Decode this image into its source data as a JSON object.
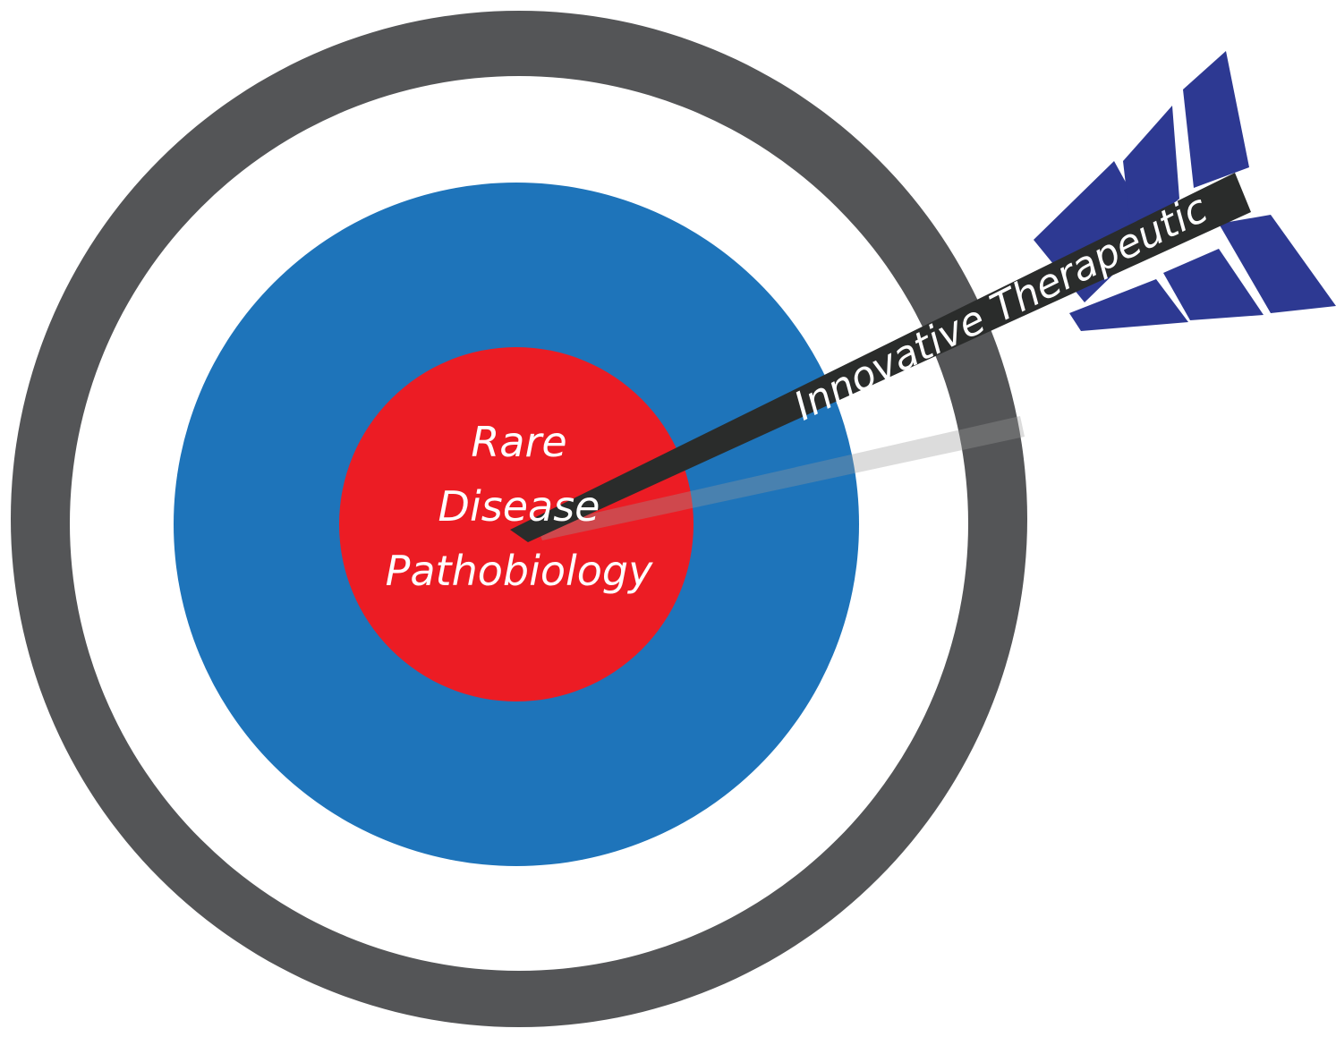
{
  "colors": {
    "outer_ring": "#545557",
    "white_ring": "#ffffff",
    "blue_ring": "#1e74ba",
    "bullseye": "#ec1c24",
    "arrow_shaft": "#2a2c2b",
    "fletching": "#2d3992",
    "shadow": "#9a9a9a",
    "text": "#ffffff"
  },
  "bullseye": {
    "lines": [
      "Rare",
      "Disease",
      "Pathobiology"
    ]
  },
  "arrow": {
    "label": "Innovative Therapeutic"
  }
}
